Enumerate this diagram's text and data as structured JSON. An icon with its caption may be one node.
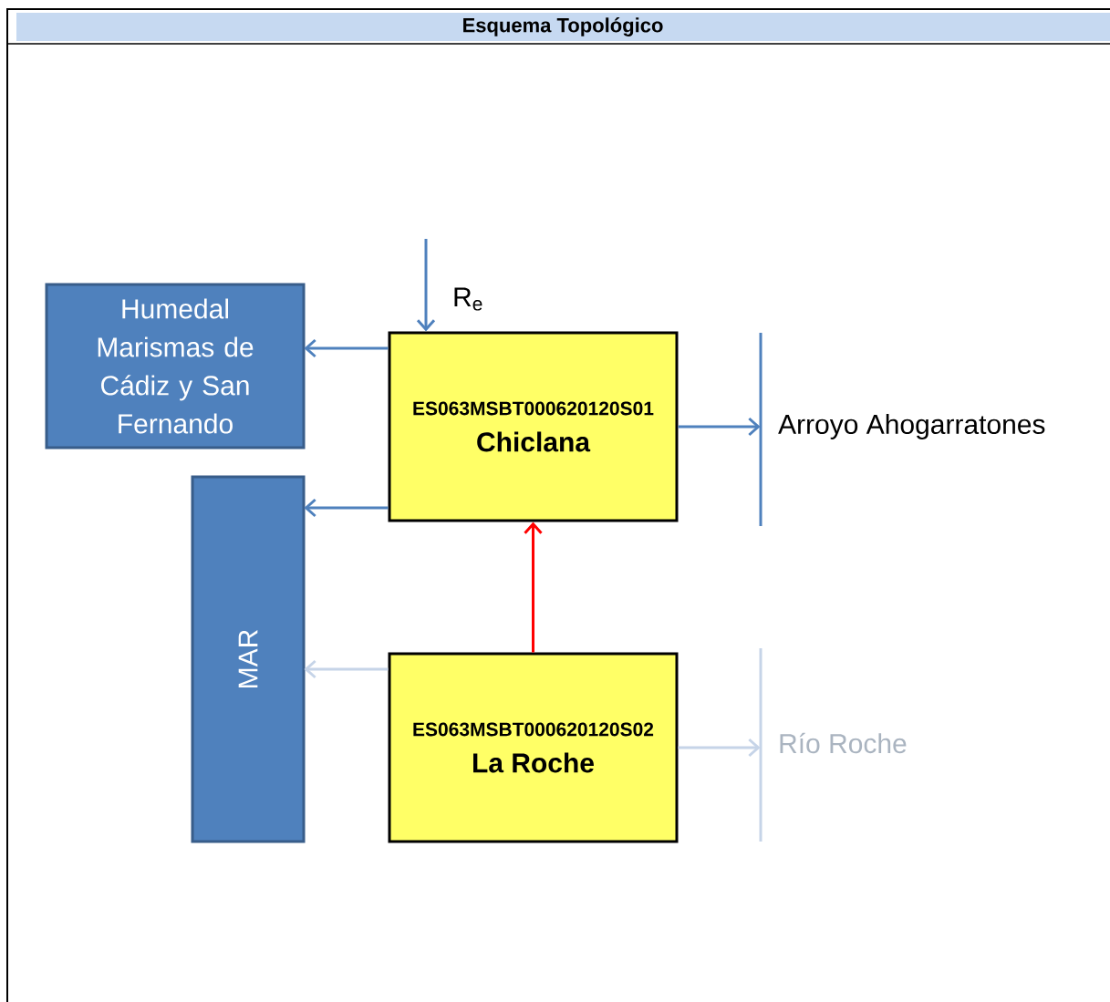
{
  "diagram": {
    "title": "Esquema Topológico",
    "nodes": [
      {
        "text": [
          "Humedal Marismas de Cádiz y San Fernando"
        ]
      },
      {
        "text": [
          "MAR"
        ]
      },
      {
        "text": [
          "ES063MSBT000620120S01",
          "Chiclana"
        ]
      },
      {
        "text": [
          "ES063MSBT000620120S02",
          "La Roche"
        ]
      },
      {
        "text": [
          "Arroyo Ahogarratones"
        ]
      },
      {
        "text": [
          "Río Roche"
        ]
      }
    ],
    "edges": [
      {
        "from": null,
        "to": 2,
        "arrow": "to",
        "label": "R$_{e}$"
      },
      {
        "from": 2,
        "to": 0,
        "arrow": "to"
      },
      {
        "from": 2,
        "to": 1,
        "arrow": "to"
      },
      {
        "from": 2,
        "to": 4,
        "arrow": "to"
      },
      {
        "from": 3,
        "to": 2,
        "arrow": "to",
        "color": "#ff0000"
      },
      {
        "from": 3,
        "to": 1,
        "arrow": "to",
        "color": "#c6d4e8"
      },
      {
        "from": 3,
        "to": 5,
        "arrow": "to",
        "color": "#c6d4e8"
      }
    ]
  }
}
